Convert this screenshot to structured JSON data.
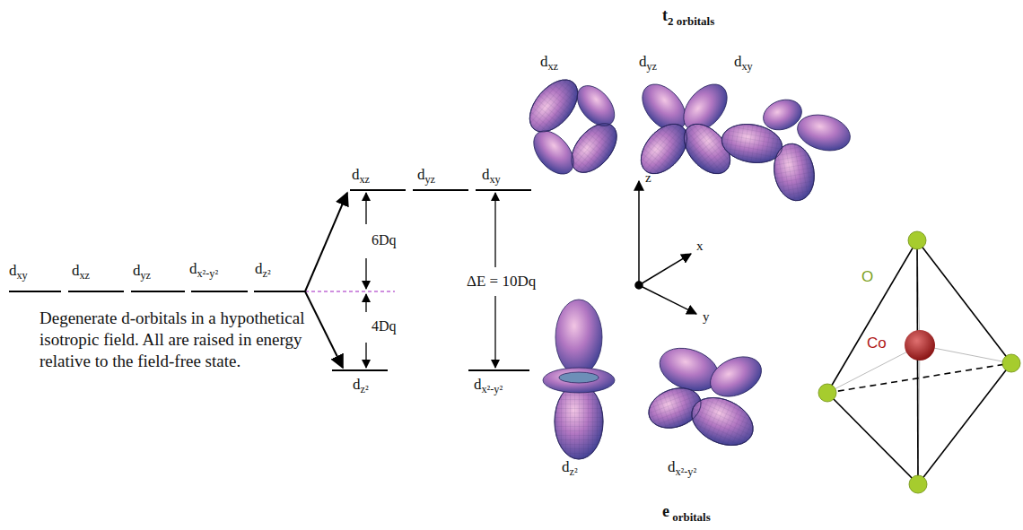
{
  "diagram": {
    "labels": [
      "dxy",
      "dxz",
      "dyz",
      "dx²-y²",
      "dz²",
      "Degenerate d-orbitals in a hypothetical isotropic field. All are raised in energy relative to the field-free state.",
      "dxz",
      "dyz",
      "dxy",
      "6Dq",
      "4Dq",
      "ΔE = 10Dq",
      "dz²",
      "dx²-y²",
      "t2 orbitals",
      "dxz",
      "dyz",
      "dxy",
      "z",
      "x",
      "y",
      "O",
      "Co",
      "dz²",
      "dx²-y²",
      "e orbitals"
    ]
  }
}
